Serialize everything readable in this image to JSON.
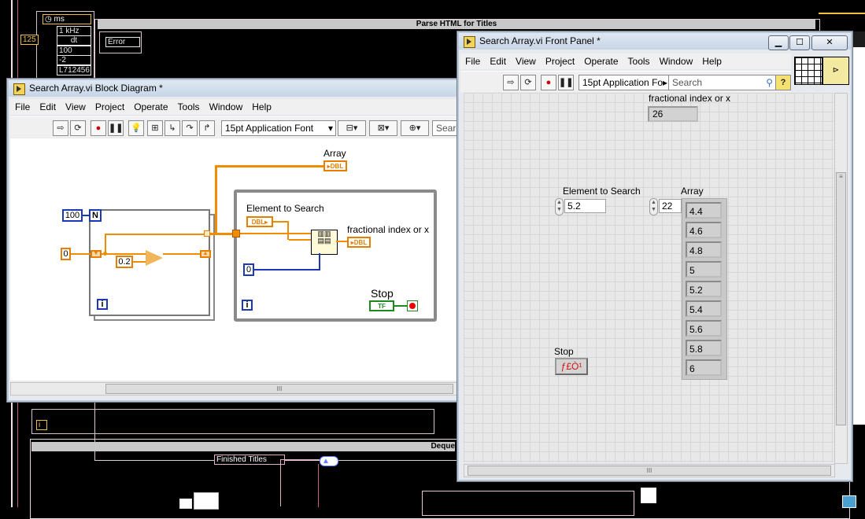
{
  "background": {
    "ms_label": "ms",
    "rate": "1 kHz",
    "dt": "dt",
    "const125": "125",
    "val100": "100",
    "valneg2": "-2",
    "ltext": "L712456",
    "error": "Error",
    "parse_title": "Parse HTML for Titles",
    "deque_title": "Deque",
    "finished_titles": "Finished Titles"
  },
  "block_diagram": {
    "title": "Search Array.vi Block Diagram *",
    "menu": [
      "File",
      "Edit",
      "View",
      "Project",
      "Operate",
      "Tools",
      "Window",
      "Help"
    ],
    "font": "15pt Application Font",
    "search": "Searc",
    "loop_count": "100",
    "loop_n": "N",
    "init_value": "0",
    "increment": "0.2",
    "iter_i": "i",
    "array_label": "Array",
    "element_label": "Element to Search",
    "frac_label": "fractional index or x",
    "start_index": "0",
    "stop_label": "Stop",
    "dbl_tag": "DBL",
    "tf_tag": "TF",
    "scroll_grip": "III"
  },
  "front_panel": {
    "title": "Search Array.vi Front Panel *",
    "menu": [
      "File",
      "Edit",
      "View",
      "Project",
      "Operate",
      "Tools",
      "Window",
      "Help"
    ],
    "font": "15pt Application Fo",
    "search_placeholder": "Search",
    "help_icon": "?",
    "frac_label": "fractional index or x",
    "frac_value": "26",
    "element_label": "Element to Search",
    "element_value": "5.2",
    "array_label": "Array",
    "array_index": "22",
    "array_values": [
      "4.4",
      "4.6",
      "4.8",
      "5",
      "5.2",
      "5.4",
      "5.6",
      "5.8",
      "6"
    ],
    "stop_label": "Stop",
    "stop_button_text": "ƒ£Ò¹",
    "scroll_grip": "III"
  }
}
